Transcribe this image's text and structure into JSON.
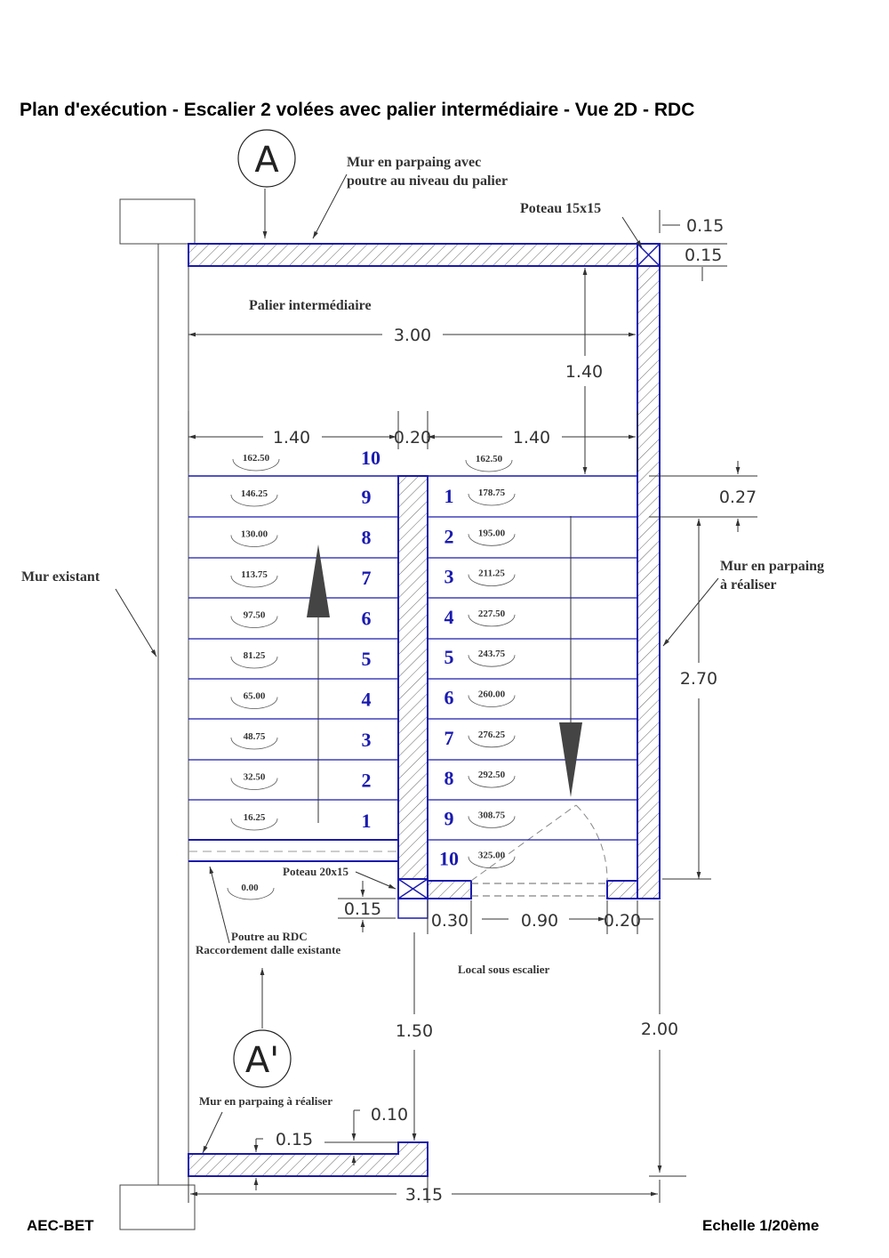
{
  "title": "Plan d'exécution - Escalier 2 volées avec palier intermédiaire - Vue 2D - RDC",
  "footer": {
    "left": "AEC-BET",
    "right": "Echelle 1/20ème"
  },
  "sections": {
    "top": "A",
    "bottom": "A'"
  },
  "notes": {
    "wall_top_1": "Mur en parpaing avec",
    "wall_top_2": "poutre au niveau du palier",
    "post_top": "Poteau 15x15",
    "landing": "Palier intermédiaire",
    "existing_wall": "Mur existant",
    "new_wall_1": "Mur en parpaing",
    "new_wall_2": "à réaliser",
    "post_mid": "Poteau 20x15",
    "beam_1": "Poutre au RDC",
    "beam_2": "Raccordement dalle existante",
    "local": "Local sous escalier",
    "wall_bottom": "Mur en parpaing à réaliser"
  },
  "dimensions": {
    "post_w": "0.15",
    "post_h": "0.15",
    "width_total": "3.00",
    "landing_depth": "1.40",
    "flight_left": "1.40",
    "gap": "0.20",
    "flight_right": "1.40",
    "tread": "0.27",
    "flight_length": "2.70",
    "post_mid_h": "0.15",
    "d030": "0.30",
    "d090": "0.90",
    "d020": "0.20",
    "d150": "1.50",
    "d200": "2.00",
    "d010": "0.10",
    "d015b": "0.15",
    "d315": "3.15"
  },
  "flight_left": {
    "steps": [
      "1",
      "2",
      "3",
      "4",
      "5",
      "6",
      "7",
      "8",
      "9",
      "10"
    ],
    "levels": [
      "16.25",
      "32.50",
      "48.75",
      "65.00",
      "81.25",
      "97.50",
      "113.75",
      "130.00",
      "146.25",
      "162.50"
    ],
    "base_level": "0.00"
  },
  "flight_right": {
    "steps": [
      "1",
      "2",
      "3",
      "4",
      "5",
      "6",
      "7",
      "8",
      "9",
      "10"
    ],
    "levels": [
      "178.75",
      "195.00",
      "211.25",
      "227.50",
      "243.75",
      "260.00",
      "276.25",
      "292.50",
      "308.75",
      "325.00"
    ],
    "top_level": "162.50"
  },
  "colors": {
    "wall": "#1a1ab0",
    "line": "#333333",
    "hatch": "#666666",
    "number": "#1a1ab0"
  }
}
